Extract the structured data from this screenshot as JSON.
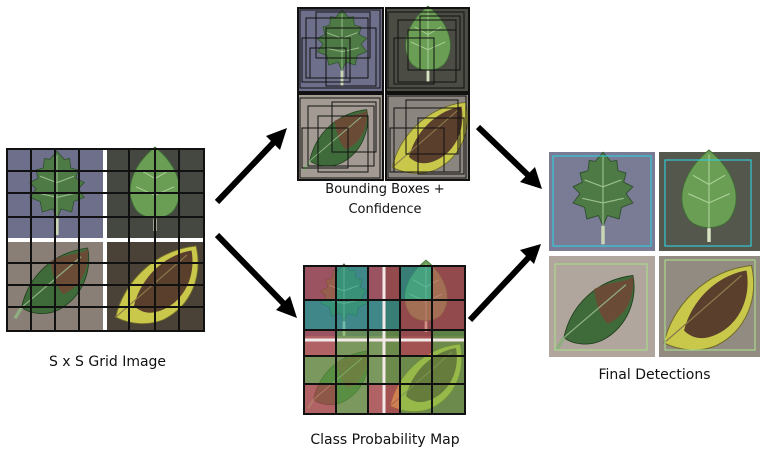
{
  "captions": {
    "grid_image": "S x S Grid Image",
    "bounding_boxes_line1": "Bounding Boxes +",
    "bounding_boxes_line2": "Confidence",
    "class_probability_map": "Class Probability Map",
    "final_detections": "Final Detections"
  },
  "colors": {
    "arrow": "#000000",
    "grid_line": "#111111",
    "split_line": "#ffffff",
    "class_red": "#d04a55",
    "class_teal": "#2aa7a0",
    "class_green": "#6fae4a",
    "detection_box_teal": "#35c8d6",
    "detection_box_green": "#a8d88a"
  },
  "icons": {
    "leaf_tl": "green-serrated-leaf-icon",
    "leaf_tr": "smooth-green-leaf-icon",
    "leaf_bl": "diseased-dark-leaf-icon",
    "leaf_br": "yellowed-blighted-leaf-icon"
  }
}
